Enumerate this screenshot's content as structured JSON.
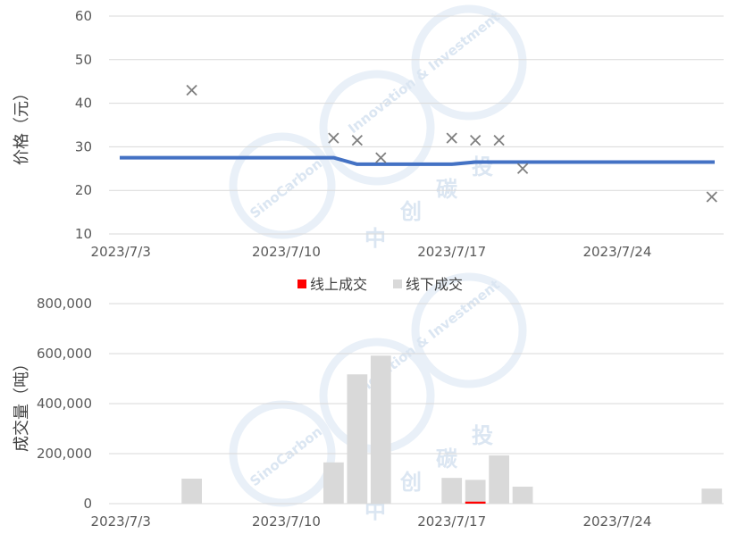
{
  "watermark": {
    "brand": "SinoCarbon",
    "tagline": "Innovation & Investment",
    "chars": [
      "中",
      "创",
      "碳",
      "投"
    ]
  },
  "chart_data": [
    {
      "type": "line",
      "ylabel": "价格（元）",
      "ylim": [
        10,
        60
      ],
      "yticks": [
        10,
        20,
        30,
        40,
        50,
        60
      ],
      "x_range": [
        "2023/7/3",
        "2023/7/28"
      ],
      "x_tick_labels": [
        "2023/7/3",
        "2023/7/10",
        "2023/7/17",
        "2023/7/24"
      ],
      "grid": true,
      "series": [
        {
          "kind": "line",
          "color": "#4472C4",
          "points": [
            {
              "x": "2023/7/3",
              "y": 27.5
            },
            {
              "x": "2023/7/12",
              "y": 27.5
            },
            {
              "x": "2023/7/13",
              "y": 26.0
            },
            {
              "x": "2023/7/17",
              "y": 26.0
            },
            {
              "x": "2023/7/18",
              "y": 26.5
            },
            {
              "x": "2023/7/28",
              "y": 26.5
            }
          ]
        },
        {
          "kind": "scatter",
          "marker": "x",
          "color": "#7f7f7f",
          "points": [
            {
              "x": "2023/7/6",
              "y": 43.0
            },
            {
              "x": "2023/7/12",
              "y": 32.0
            },
            {
              "x": "2023/7/13",
              "y": 31.5
            },
            {
              "x": "2023/7/14",
              "y": 27.5
            },
            {
              "x": "2023/7/17",
              "y": 32.0
            },
            {
              "x": "2023/7/18",
              "y": 31.5
            },
            {
              "x": "2023/7/19",
              "y": 31.5
            },
            {
              "x": "2023/7/20",
              "y": 25.0
            },
            {
              "x": "2023/7/28",
              "y": 18.5
            }
          ]
        }
      ]
    },
    {
      "type": "bar",
      "ylabel": "成交量（吨）",
      "ylim": [
        0,
        800000
      ],
      "yticks": [
        0,
        200000,
        400000,
        600000,
        800000
      ],
      "ytick_labels": [
        "0",
        "200,000",
        "400,000",
        "600,000",
        "800,000"
      ],
      "x_range": [
        "2023/7/3",
        "2023/7/28"
      ],
      "x_tick_labels": [
        "2023/7/3",
        "2023/7/10",
        "2023/7/17",
        "2023/7/24"
      ],
      "legend": {
        "placement": "top-center",
        "entries": [
          {
            "name": "线上成交",
            "color": "#ff0000"
          },
          {
            "name": "线下成交",
            "color": "#d9d9d9"
          }
        ]
      },
      "series": [
        {
          "name": "线上成交",
          "color": "#ff0000",
          "points": [
            {
              "x": "2023/7/18",
              "y": 8000
            }
          ]
        },
        {
          "name": "线下成交",
          "color": "#d9d9d9",
          "points": [
            {
              "x": "2023/7/6",
              "y": 100000
            },
            {
              "x": "2023/7/12",
              "y": 165000
            },
            {
              "x": "2023/7/13",
              "y": 517000
            },
            {
              "x": "2023/7/14",
              "y": 592000
            },
            {
              "x": "2023/7/17",
              "y": 103000
            },
            {
              "x": "2023/7/18",
              "y": 95000
            },
            {
              "x": "2023/7/19",
              "y": 193000
            },
            {
              "x": "2023/7/20",
              "y": 68000
            },
            {
              "x": "2023/7/28",
              "y": 60000
            }
          ]
        }
      ]
    }
  ]
}
